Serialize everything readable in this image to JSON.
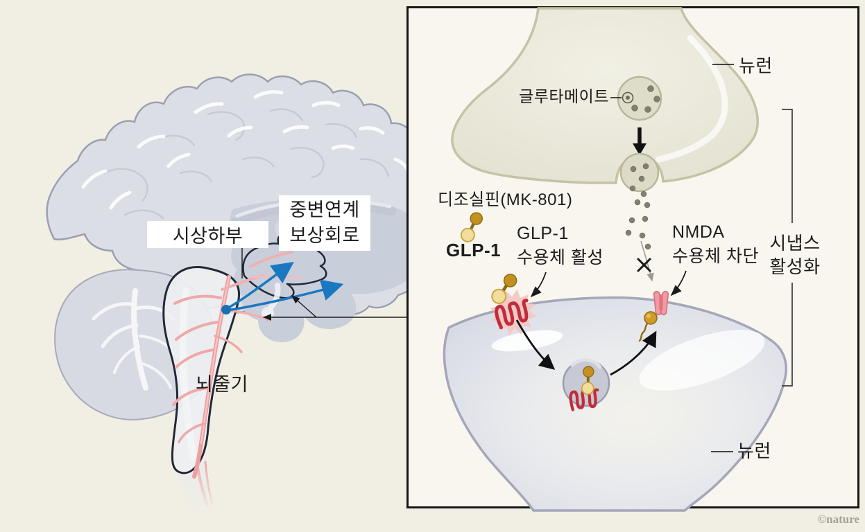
{
  "left_figure": {
    "hypothalamus_label": "시상하부",
    "reward_circuit_label": {
      "line1": "중변연계",
      "line2": "보상회로"
    },
    "brainstem_label": "뇌줄기"
  },
  "panel": {
    "neuron_top_label": "뉴런",
    "glutamate_label": "글루타메이트",
    "dizocilpine_label": "디조실핀(MK-801)",
    "glp1_molecule_label": "GLP-1",
    "glp1_receptor_label": {
      "line1": "GLP-1",
      "line2": "수용체 활성"
    },
    "nmda_receptor_label": {
      "line1": "NMDA",
      "line2": "수용체 차단"
    },
    "synapse_activation_label": {
      "line1": "시냅스",
      "line2": "활성화"
    },
    "neuron_bottom_label": "뉴런"
  },
  "credit": "©nature",
  "colors": {
    "background_outer": "#f1efe3",
    "panel_background": "#f8f6ee",
    "panel_border": "#161616",
    "presynaptic_neuron": "#eae8da",
    "postsynaptic_neuron": "#e2e4ea",
    "vesicle": "#deddc9",
    "glutamate_dot": "#80806f",
    "glp1_receptor_red": "#c22c39",
    "receptor_glow_pink": "#f3c7c5",
    "nmda_receptor_pink": "#f09aa3",
    "molecule_gold": "#cf9b2a",
    "molecule_gold_light": "#f2dd9d",
    "pathway_arrow_blue": "#1a78c0",
    "vessel_pink": "#ee9e9e",
    "brain_grey": "#dcdee6",
    "label_text": "#1c1c1c",
    "credit_grey": "#a3a29a"
  }
}
